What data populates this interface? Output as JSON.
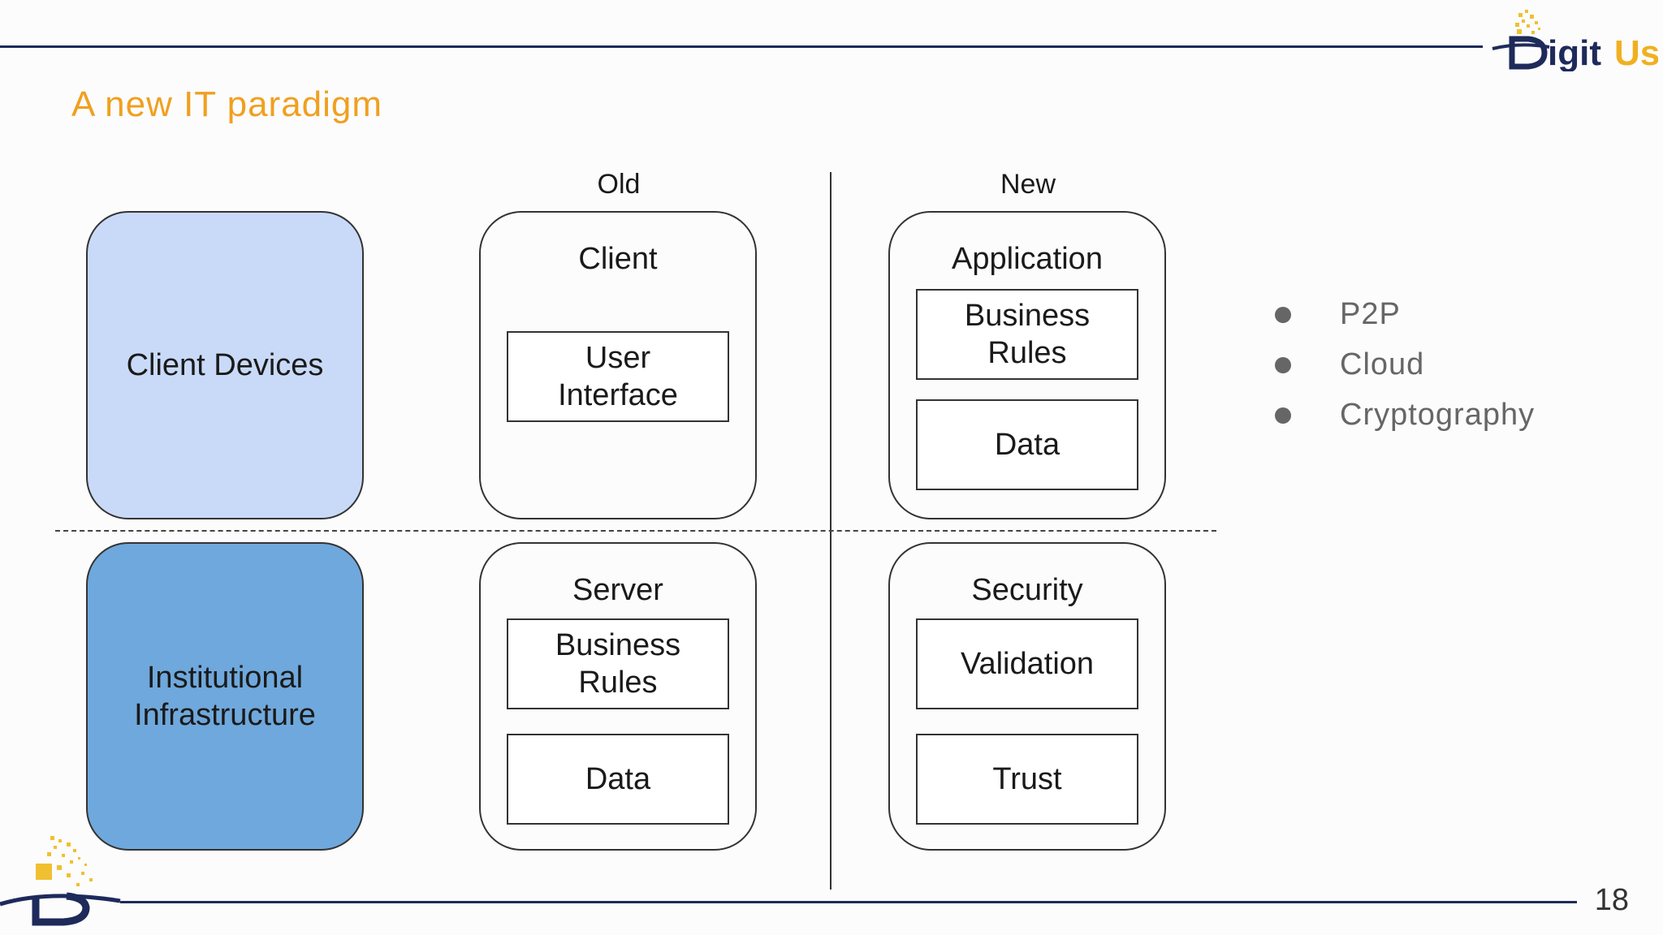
{
  "header": {
    "title": "A new IT paradigm",
    "logo_text": "DigitUs",
    "colors": {
      "rule": "#1e2a5a",
      "accent": "#f0a020"
    }
  },
  "diagram": {
    "column_old": "Old",
    "column_new": "New",
    "client_devices": "Client Devices",
    "institutional_infrastructure": "Institutional\nInfrastructure",
    "client_box": {
      "title": "Client",
      "inner": [
        "User\nInterface"
      ]
    },
    "application_box": {
      "title": "Application",
      "inner": [
        "Business\nRules",
        "Data"
      ]
    },
    "server_box": {
      "title": "Server",
      "inner": [
        "Business\nRules",
        "Data"
      ]
    },
    "security_box": {
      "title": "Security",
      "inner": [
        "Validation",
        "Trust"
      ]
    },
    "colors": {
      "client_devices_fill": "#c9daf8",
      "infrastructure_fill": "#6fa8dc"
    }
  },
  "bullets": [
    "P2P",
    "Cloud",
    "Cryptography"
  ],
  "footer": {
    "page_number": "18"
  }
}
